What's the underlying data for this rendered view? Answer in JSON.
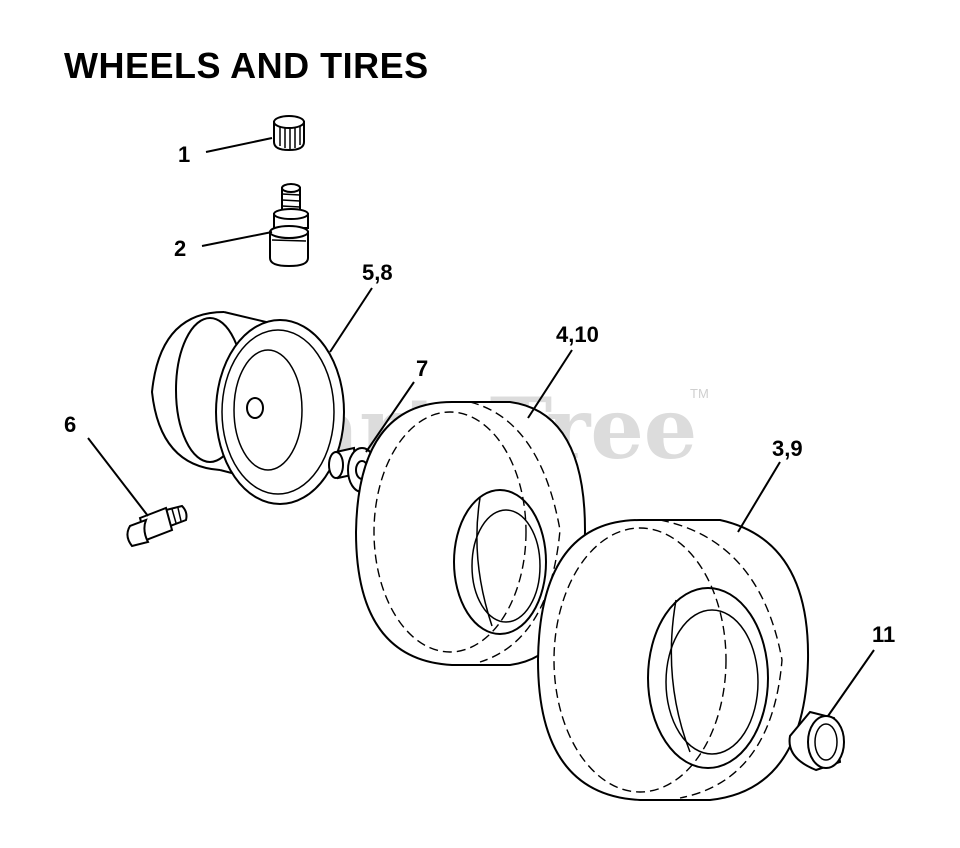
{
  "title": "WHEELS AND TIRES",
  "watermark": {
    "text": "PartsTree",
    "trademark": "TM"
  },
  "callouts": [
    {
      "id": "1",
      "label": "1",
      "part": "valve-cap"
    },
    {
      "id": "2",
      "label": "2",
      "part": "valve-stem"
    },
    {
      "id": "5-8",
      "label": "5,8",
      "part": "wheel-rim"
    },
    {
      "id": "7",
      "label": "7",
      "part": "bushing"
    },
    {
      "id": "4-10",
      "label": "4,10",
      "part": "front-tire"
    },
    {
      "id": "6",
      "label": "6",
      "part": "grease-fitting"
    },
    {
      "id": "3-9",
      "label": "3,9",
      "part": "rear-tire"
    },
    {
      "id": "11",
      "label": "11",
      "part": "hub-cap"
    }
  ],
  "colors": {
    "ink": "#000000",
    "background": "#ffffff",
    "watermark": "#dcdcdc"
  }
}
